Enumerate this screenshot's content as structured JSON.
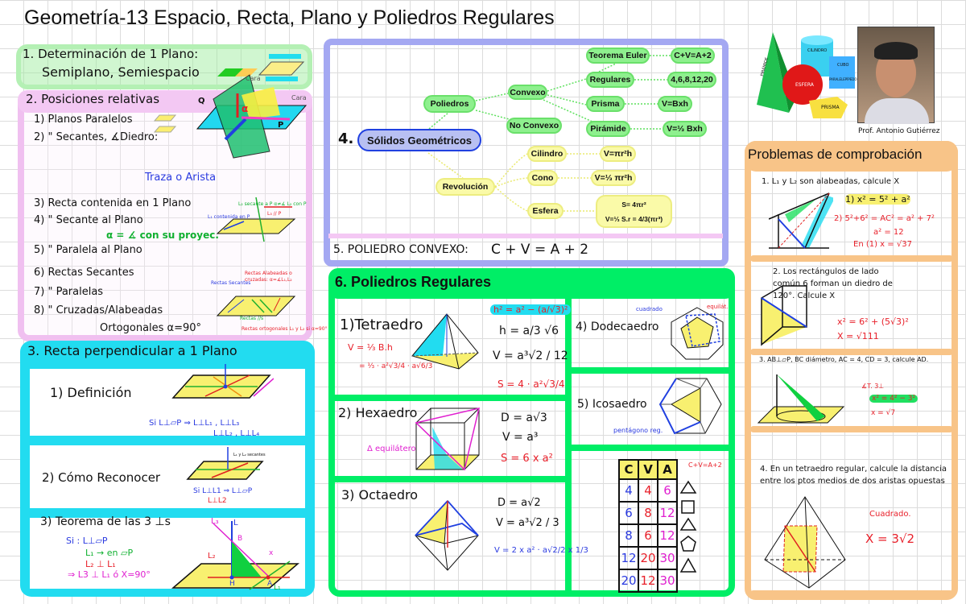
{
  "title": "Geometría-13 Espacio, Recta, Plano y Poliedros Regulares",
  "s1": {
    "heading": "1. Determinación de 1 Plano:",
    "sub": "Semiplano, Semiespacio"
  },
  "s2": {
    "heading": "2. Posiciones relativas",
    "items": [
      "1) Planos Paralelos",
      "2)    \"     Secantes, ∡Diedro:",
      "3) Recta contenida en 1 Plano",
      "4)    \"      Secante al Plano",
      "5)    \"      Paralela al Plano",
      "6) Rectas Secantes",
      "7)    \"     Paralelas",
      "8)    \"     Cruzadas/Alabeadas"
    ],
    "alpha_note": "α = ∡ con su proyec.",
    "ortogonales": "Ortogonales α=90°",
    "traza": "Traza o Arista",
    "cara": "Cara",
    "q": "Q",
    "p": "P",
    "alpha": "α",
    "l1_contenida": "L₁ contenida en P",
    "l2_secante": "L₂ secante a P α≠∡ L₂ con P",
    "l3_paralela": "L₃ // P",
    "rectas_secantes": "Rectas Secantes",
    "rectas_alabeadas": "Rectas Alabeadas o cruzadas: α=∡L₁,L₂",
    "rectas_paralelas": "Rectas //s",
    "rectas_ortogonales": "Rectas ortogonales L₁ y L₂ si α=90°"
  },
  "s3": {
    "heading": "3. Recta perpendicular a 1 Plano",
    "p1": "1) Definición",
    "p1_f1": "Si  L⊥▱P ⇒ L⊥L₁ , L⊥L₃",
    "p1_f2": "L⊥L₂ , L⊥L₄",
    "p2": "2) Cómo Reconocer",
    "p2_f1": "Si  L⊥L1  ⇒  L⊥▱P",
    "p2_f2": "L⊥L2",
    "p2_note": "L₁ y L₂ secantes",
    "p3": "3) Teorema de las 3 ⊥s",
    "p3_lines": [
      "Si : L⊥▱P",
      "L₁ → en ▱P",
      "L₂ ⊥ L₁",
      "⇒  L3 ⊥ L₁  ó X=90°"
    ],
    "lbl_L": "L",
    "lbl_L1": "L₁",
    "lbl_L2": "L₂",
    "lbl_L3": "L₃",
    "lbl_B": "B",
    "lbl_H": "H",
    "lbl_A": "A",
    "lbl_x": "x"
  },
  "s4": {
    "number": "4.",
    "root": "Sólidos Geométricos",
    "poliedros": "Poliedros",
    "convexo": "Convexo",
    "no_convexo": "No Convexo",
    "euler": "Teorema Euler",
    "euler_f": "C+V=A+2",
    "regulares": "Regulares",
    "regulares_f": "4,6,8,12,20",
    "prisma": "Prisma",
    "prisma_f": "V=Bxh",
    "piramide": "Pirámide",
    "piramide_f": "V=⅓ Bxh",
    "revolucion": "Revolución",
    "cilindro": "Cilindro",
    "cilindro_f": "V=πr²h",
    "cono": "Cono",
    "cono_f": "V=⅓ πr²h",
    "esfera": "Esfera",
    "esfera_f1": "S= 4πr²",
    "esfera_f2": "V=⅓ S.r = 4/3(πr³)"
  },
  "s5": {
    "label": "5. POLIEDRO CONVEXO:",
    "formula": "C + V = A + 2"
  },
  "s6": {
    "heading": "6. Poliedros Regulares",
    "tetra": {
      "name": "1)Tetraedro",
      "v1": "V = ⅓ B.h",
      "v2": "= ⅓ · a²√3/4 · a√6/3",
      "h2": "h² = a² − (a/√3)²",
      "h": "h = a/3 √6",
      "v": "V = a³√2 / 12",
      "s": "S = 4 · a²√3/4"
    },
    "hexa": {
      "name": "2) Hexaedro",
      "d": "D = a√3",
      "v": "V = a³",
      "s": "S = 6 x a²",
      "note": "Δ equilátero"
    },
    "octa": {
      "name": "3) Octaedro",
      "d": "D = a√2",
      "v": "V = a³√2 / 3",
      "v2": "V = 2 x a² · a√2/2 x 1/3"
    },
    "dodeca": {
      "name": "4) Dodecaedro",
      "note1": "cuadrado",
      "note2": "equilát."
    },
    "icosa": {
      "name": "5) Icosaedro",
      "note": "pentágono reg."
    },
    "table": {
      "headers": [
        "C",
        "V",
        "A"
      ],
      "rows": [
        [
          "4",
          "4",
          "6"
        ],
        [
          "6",
          "8",
          "12"
        ],
        [
          "8",
          "6",
          "12"
        ],
        [
          "12",
          "20",
          "30"
        ],
        [
          "20",
          "12",
          "30"
        ]
      ],
      "shapes": [
        "triangle",
        "square",
        "triangle",
        "pentagon",
        "triangle"
      ],
      "note": "C+V=A+2"
    }
  },
  "photo": {
    "solids": [
      "PIRÁMIDE",
      "CILINDRO",
      "CUBO",
      "PARALELEPÍPEDO",
      "ESFERA",
      "PRISMA"
    ],
    "caption": "Prof. Antonio Gutiérrez"
  },
  "problems": {
    "heading": "Problemas de comprobación",
    "p1": {
      "text": "1. L₁ y L₂ son alabeadas, calcule X",
      "e1": "1)  x² = 5² + a²",
      "e2": "2)  5²+6² = AC² = a² + 7²",
      "e3": "a² = 12",
      "e4": "En (1)  x = √37"
    },
    "p2": {
      "text": "2. Los rectángulos de lado común 6 forman un diedro de 120°. Calcule X",
      "e1": "x² = 6² + (5√3)²",
      "e2": "X = √111"
    },
    "p3": {
      "text": "3. AB⊥▱P, BC diámetro, AC = 4, CD = 3, calcule AD.",
      "e0": "∡T. 3⊥",
      "e1": "x² = 4² − 3²",
      "e2": "x = √7"
    },
    "p4": {
      "text": "4. En un tetraedro regular, calcule la distancia entre los ptos medios de dos aristas opuestas",
      "note": "Cuadrado.",
      "ans": "X = 3√2"
    }
  }
}
